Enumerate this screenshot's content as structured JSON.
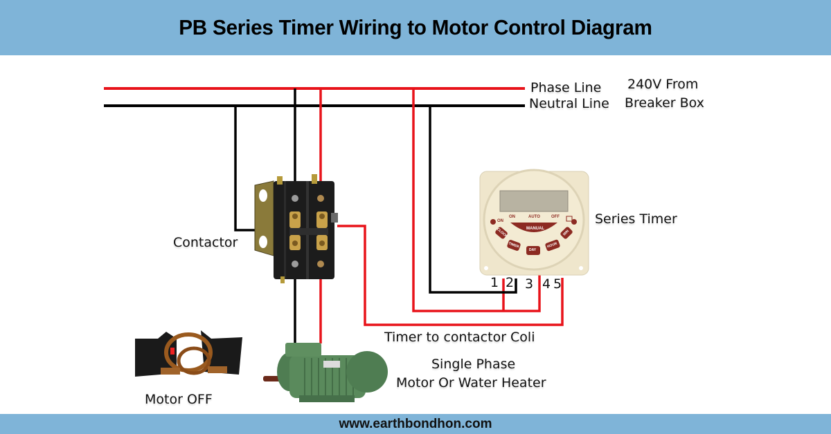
{
  "title": "PB Series Timer Wiring to Motor Control Diagram",
  "footer_url": "www.earthbondhon.com",
  "colors": {
    "banner": "#7fb4d8",
    "phase_wire": "#e8131a",
    "neutral_wire": "#000000",
    "timer_body": "#efe6cc",
    "timer_buttons": "#8c2a22",
    "motor_green": "#4f7d52"
  },
  "legend": {
    "phase_line": "Phase Line",
    "neutral_line": "Neutral Line",
    "source_line1": "240V From",
    "source_line2": "Breaker Box"
  },
  "components": {
    "contactor": "Contactor",
    "timer": "Series Timer",
    "motor_off": "Motor OFF",
    "load_line1": "Single Phase",
    "load_line2": "Motor Or Water Heater",
    "coil_wire": "Timer to contactor Coli"
  },
  "timer_face": {
    "mode_on": "ON",
    "mode_auto": "AUTO",
    "mode_off": "OFF",
    "indicator_on": "ON",
    "manual": "MANUAL",
    "buttons": [
      "CLOCK",
      "TIMER",
      "DAY",
      "HOUR",
      "MIN"
    ],
    "terminals": [
      "1",
      "2",
      "3",
      "4",
      "5"
    ]
  }
}
